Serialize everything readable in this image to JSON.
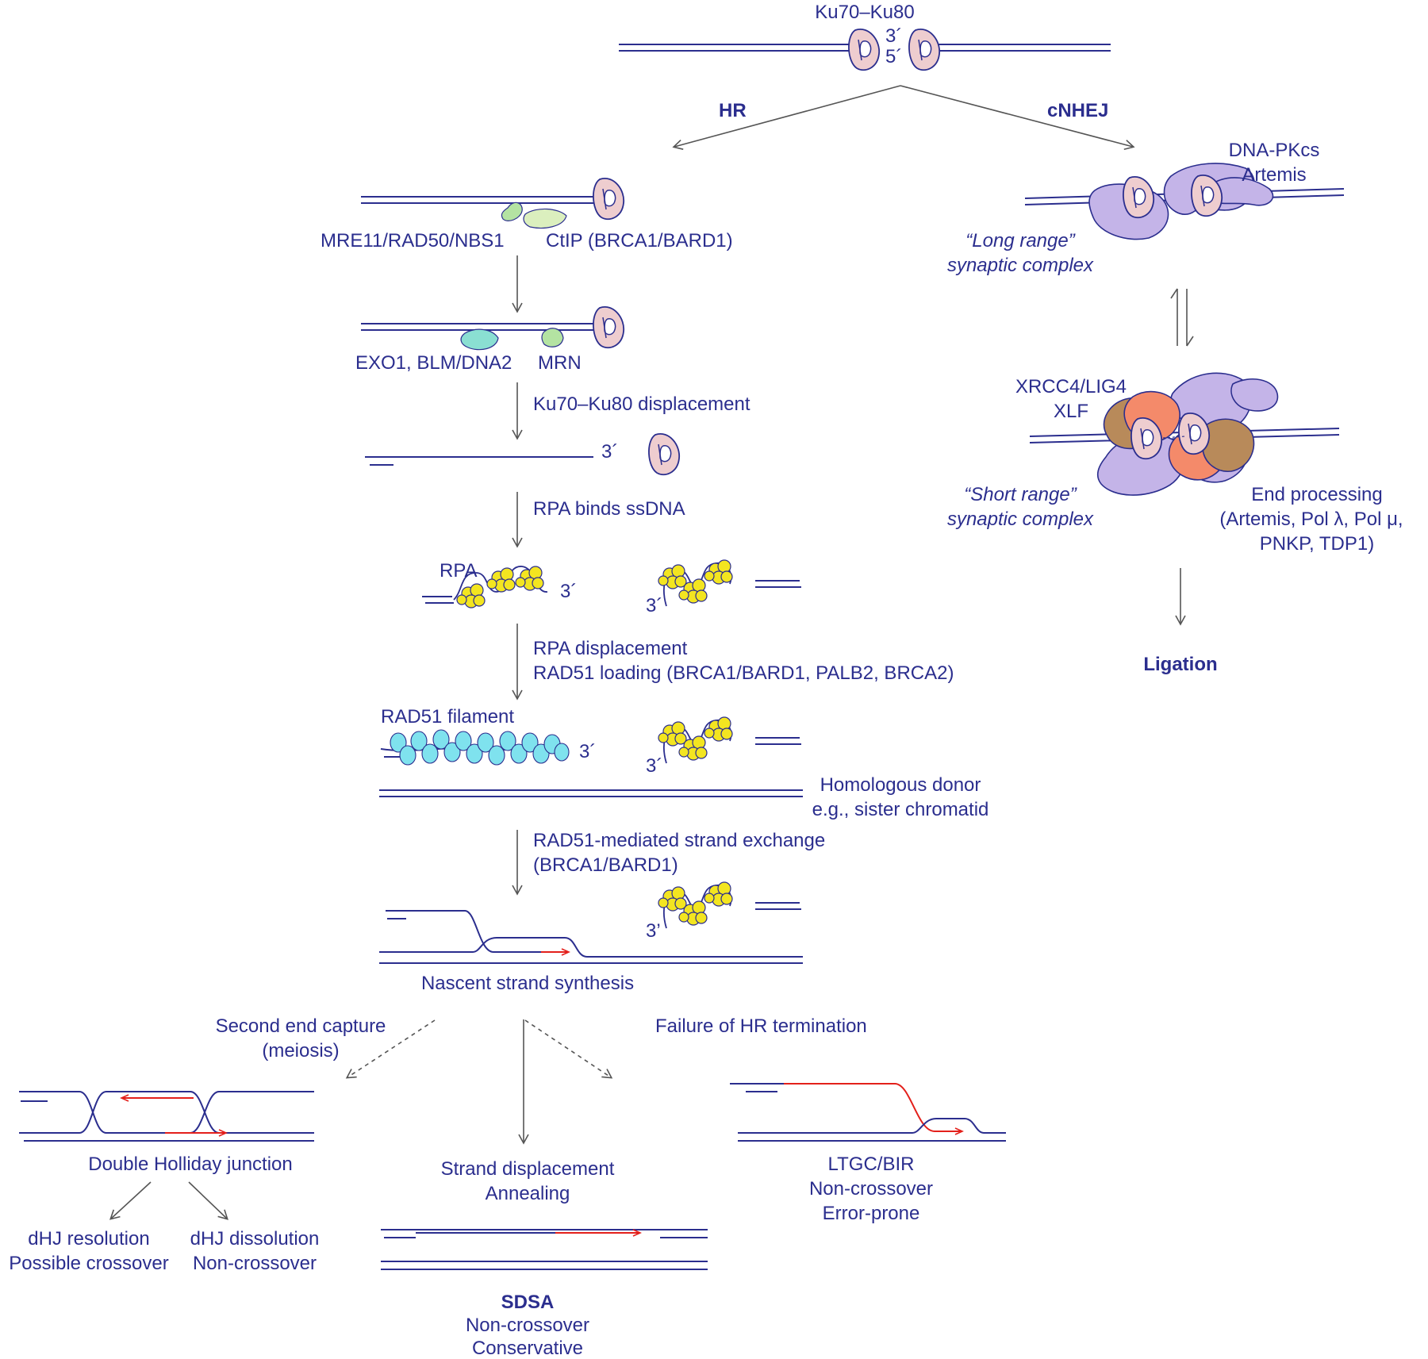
{
  "colors": {
    "dna": "#2b2e8e",
    "text": "#2b2e8e",
    "nascent": "#e3201b",
    "ku": "#eecdcf",
    "pkcs": "#c4b4e8",
    "xrcc4": "#f48a6a",
    "lig4": "#b88a5a",
    "rpa": "#f3e520",
    "rad51": "#7fe2ee",
    "mrn": "#b4e3a2",
    "ctip": "#dbefbe",
    "exo1": "#8adfd2",
    "arrow": "#555555"
  },
  "top": {
    "ku_label": "Ku70–Ku80",
    "end3": "3´",
    "end5": "5´"
  },
  "branches": {
    "hr": "HR",
    "cnhej": "cNHEJ"
  },
  "hr": {
    "mrn_label": "MRE11/RAD50/NBS1",
    "ctip_label": "CtIP (BRCA1/BARD1)",
    "exo_label": "EXO1, BLM/DNA2",
    "mrn_short": "MRN",
    "ku_displacement": "Ku70–Ku80 displacement",
    "overhang": "3´",
    "rpa_binds": "RPA binds ssDNA",
    "rpa_label": "RPA",
    "rpa_3a": "3´",
    "rpa_3b": "3´",
    "rpa_displacement": "RPA displacement",
    "rad51_loading": "RAD51 loading (BRCA1/BARD1, PALB2, BRCA2)",
    "rad51_filament": "RAD51 filament",
    "rad51_3a": "3´",
    "rad51_3b": "3´",
    "donor_1": "Homologous donor",
    "donor_2": "e.g., sister chromatid",
    "strand_exchange_1": "RAD51-mediated strand exchange",
    "strand_exchange_2": "(BRCA1/BARD1)",
    "exchange_3": "3’",
    "nascent": "Nascent strand synthesis"
  },
  "outcomes": {
    "second_end_1": "Second end capture",
    "second_end_2": "(meiosis)",
    "failure": "Failure of HR termination",
    "dhj": "Double Holliday junction",
    "resolution_1": "dHJ resolution",
    "resolution_2": "Possible crossover",
    "dissolution_1": "dHJ dissolution",
    "dissolution_2": "Non-crossover",
    "displacement_1": "Strand displacement",
    "displacement_2": "Annealing",
    "sdsa": "SDSA",
    "sdsa_1": "Non-crossover",
    "sdsa_2": "Conservative",
    "ltgc": "LTGC/BIR",
    "ltgc_1": "Non-crossover",
    "ltgc_2": "Error-prone"
  },
  "nhej": {
    "pkcs_1": "DNA-PKcs",
    "pkcs_2": "Artemis",
    "long_1": "“Long range”",
    "long_2": "synaptic complex",
    "xrcc4_1": "XRCC4/LIG4",
    "xrcc4_2": "XLF",
    "short_1": "“Short range”",
    "short_2": "synaptic complex",
    "processing_1": "End processing",
    "processing_2": "(Artemis, Pol λ, Pol μ,",
    "processing_3": "PNKP, TDP1)",
    "ligation": "Ligation"
  }
}
